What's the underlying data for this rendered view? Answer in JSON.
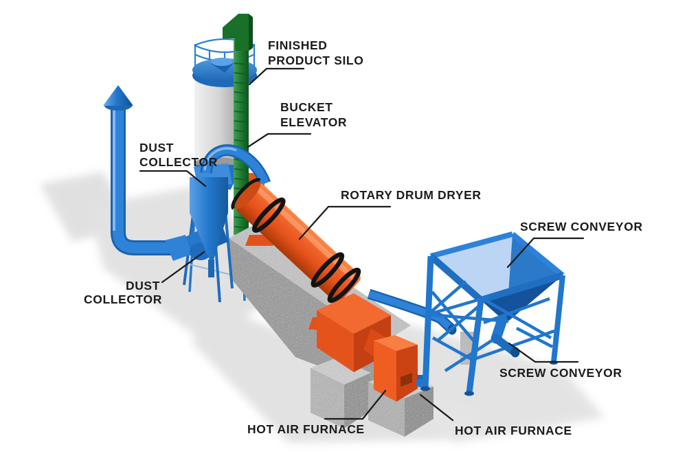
{
  "labels": {
    "finished_product_silo": {
      "line1": "FINISHED",
      "line2": "PRODUCT SILO"
    },
    "bucket_elevator": {
      "line1": "BUCKET",
      "line2": "ELEVATOR"
    },
    "dust_collector_upper": {
      "line1": "DUST",
      "line2": "COLLECTOR"
    },
    "rotary_drum_dryer": {
      "text": "ROTARY DRUM DRYER"
    },
    "screw_conveyor_upper": {
      "text": "SCREW CONVEYOR"
    },
    "dust_collector_lower": {
      "line1": "DUST",
      "line2": "COLLECTOR"
    },
    "screw_conveyor_lower": {
      "text": "SCREW CONVEYOR"
    },
    "hot_air_furnace_left": {
      "text": "HOT AIR FURNACE"
    },
    "hot_air_furnace_right": {
      "text": "HOT AIR FURNACE"
    }
  },
  "colors": {
    "machine_blue": "#2277cc",
    "machine_blue_dark": "#1a5fae",
    "machine_blue_light": "#b9d3f2",
    "machine_green": "#1e7a31",
    "machine_orange": "#ed5a22",
    "concrete_grey": "#a9a9a9",
    "label_text": "#1c1c1c",
    "background": "#ffffff"
  }
}
